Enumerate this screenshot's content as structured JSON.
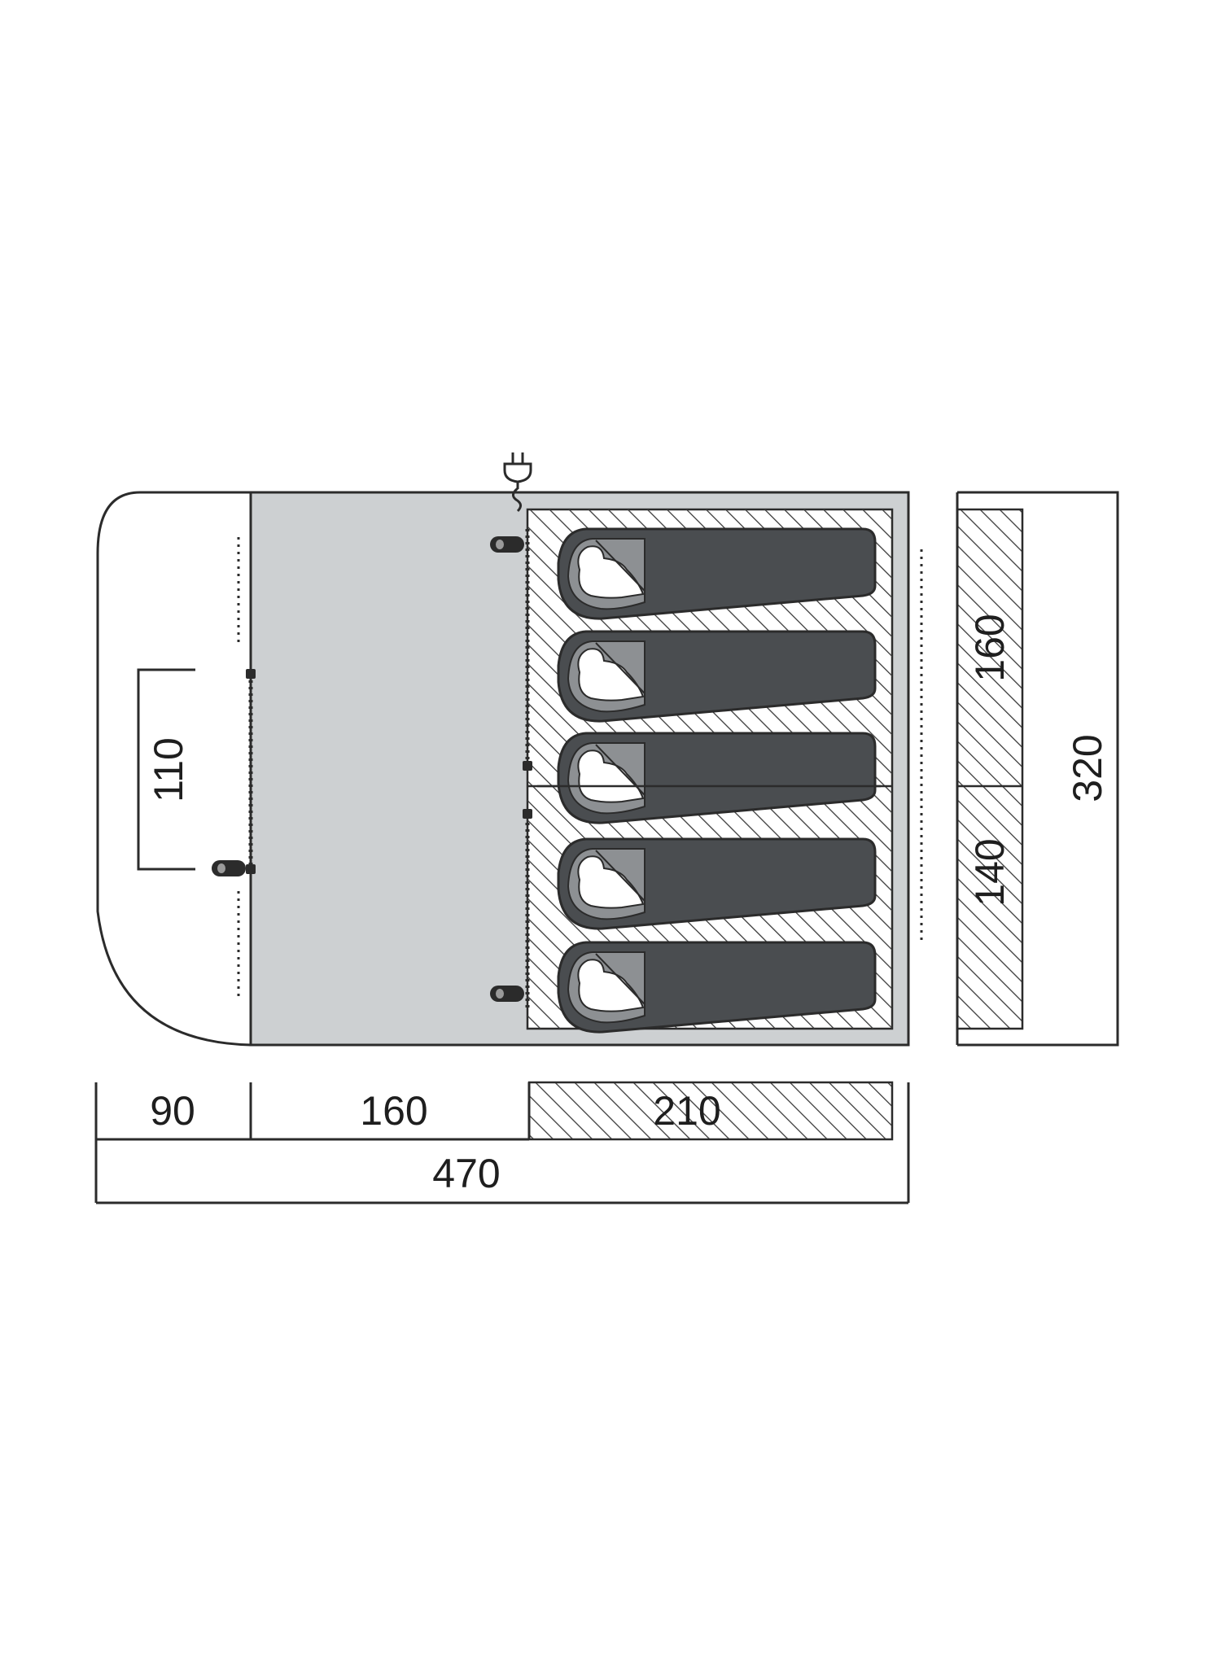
{
  "diagram": {
    "dimensions": {
      "porch_width": "90",
      "living_width": "160",
      "bedroom_length": "210",
      "total_length": "470",
      "door_width": "110",
      "bedroom_section_a": "160",
      "bedroom_section_b": "140",
      "total_width": "320"
    },
    "icons": [
      "electric-hookup-icon",
      "lamp-icon",
      "sleeping-bag-icon"
    ],
    "sleeping_bags_count": 5,
    "colors": {
      "outline": "#2b2b2b",
      "living_area": "#cdd0d2",
      "sleeping_bag": "#4a4d50",
      "hood": "#8d9093",
      "hatch": "#3a3a3a"
    }
  }
}
